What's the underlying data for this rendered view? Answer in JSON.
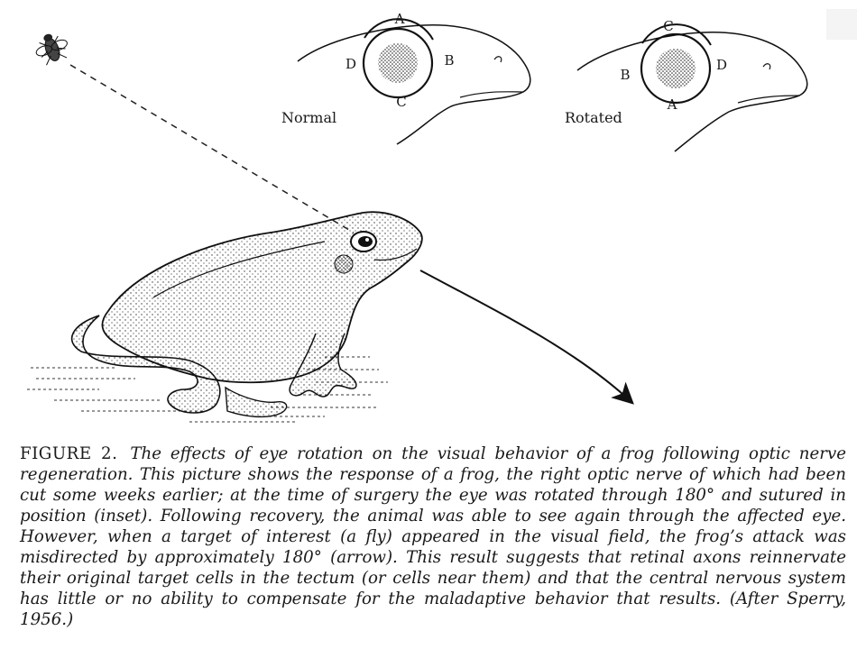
{
  "figure": {
    "inset_left_label": "Normal",
    "inset_right_label": "Rotated",
    "normal_eye_letters": {
      "top": "A",
      "left": "D",
      "right": "B",
      "bottom": "C"
    },
    "rotated_eye_letters": {
      "top": "C",
      "left": "B",
      "right": "D",
      "bottom": "A"
    },
    "icons": [
      "fly-icon",
      "frog-illustration",
      "frog-head-outline",
      "arrow-icon"
    ]
  },
  "caption": {
    "figure_label": "FIGURE 2.",
    "text": "The effects of eye rotation on the visual behavior of a frog following optic nerve regeneration. This picture shows the response of a frog, the right optic nerve of which had been cut some weeks earlier; at the time of surgery the eye was rotated through 180° and sutured in position (inset). Following recovery, the animal was able to see again through the affected eye. However, when a target of interest (a fly) appeared in the visual field, the frog’s attack was misdirected by approximately 180° (arrow). This result suggests that retinal axons reinnervate their original target cells in the tectum (or cells near them) and that the central nervous system has little or no ability to compensate for the maladaptive behavior that results. (After Sperry, 1956.)"
  }
}
